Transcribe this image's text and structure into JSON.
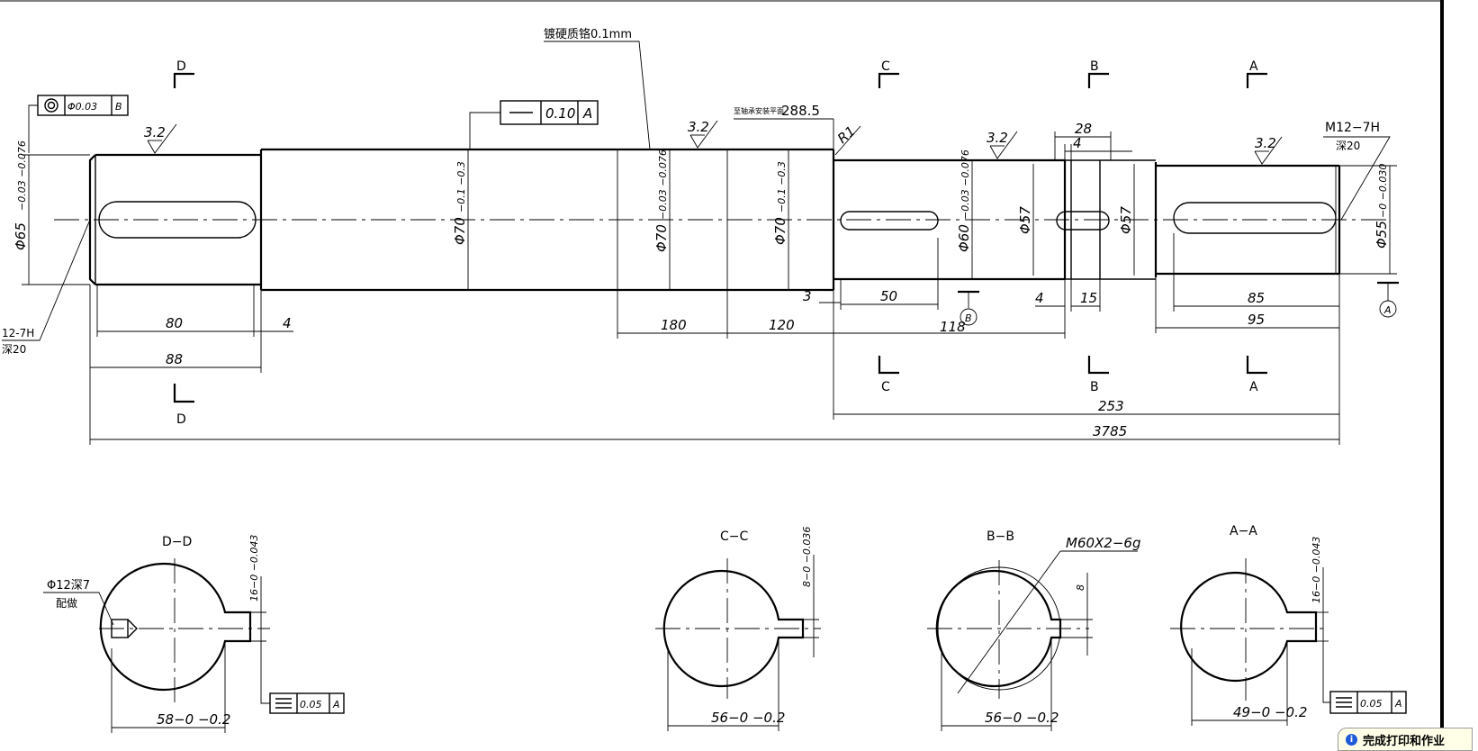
{
  "notes": {
    "chrome_plating": "镀硬质铬0.1mm",
    "thread_left": "12-7H",
    "depth_left": "深20",
    "thread_right": "M12−7H",
    "depth_right": "深20",
    "keyhole": "Φ12深7",
    "keyhole_sub": "配做",
    "thread_section": "M60X2−6g",
    "reference_plane": "至轴承安装平面"
  },
  "section_letters": [
    "D",
    "C",
    "B",
    "A"
  ],
  "section_titles": {
    "dd": "D−D",
    "cc": "C−C",
    "bb": "B−B",
    "aa": "A−A"
  },
  "datum_labels": {
    "b": "B",
    "a": "A"
  },
  "tolerance_frames": {
    "concentricity": {
      "value": "Φ0.03",
      "datum": "B"
    },
    "straightness": {
      "value": "0.10",
      "datum": "A"
    },
    "sym_dd": {
      "value": "0.05",
      "datum": "A"
    },
    "sym_aa": {
      "value": "0.05",
      "datum": "A"
    }
  },
  "roughness": "3.2",
  "radius": "R1",
  "dims": {
    "d80": "80",
    "d4a": "4",
    "d88": "88",
    "d180": "180",
    "d120": "120",
    "ref": "288.5",
    "d3": "3",
    "d50": "50",
    "d118": "118",
    "d4b": "4",
    "d15": "15",
    "d28": "28",
    "d4c": "4",
    "d85": "85",
    "d95": "95",
    "d253": "253",
    "d3785": "3785",
    "phi57a": "Φ57",
    "phi57b": "Φ57"
  },
  "diam_dims": {
    "phi65": {
      "base": "Φ65",
      "tol": "−0.03 −0.076"
    },
    "phi70a": {
      "base": "Φ70",
      "tol": "−0.1 −0.3"
    },
    "phi70b": {
      "base": "Φ70",
      "tol": "−0.03 −0.076"
    },
    "phi70c": {
      "base": "Φ70",
      "tol": "−0.1 −0.3"
    },
    "phi60": {
      "base": "Φ60",
      "tol": "−0.03 −0.076"
    },
    "phi55": {
      "base": "Φ55",
      "tol": "−0 −0.030"
    }
  },
  "section_dims": {
    "dd_w": "58−0 −0.2",
    "dd_k": "16−0 −0.043",
    "cc_w": "56−0 −0.2",
    "cc_k": "8−0 −0.036",
    "bb_w": "56−0 −0.2",
    "bb_k": "8",
    "aa_w": "49−0 −0.2",
    "aa_k": "16−0 −0.043"
  },
  "notification": {
    "text": "完成打印和作业"
  }
}
